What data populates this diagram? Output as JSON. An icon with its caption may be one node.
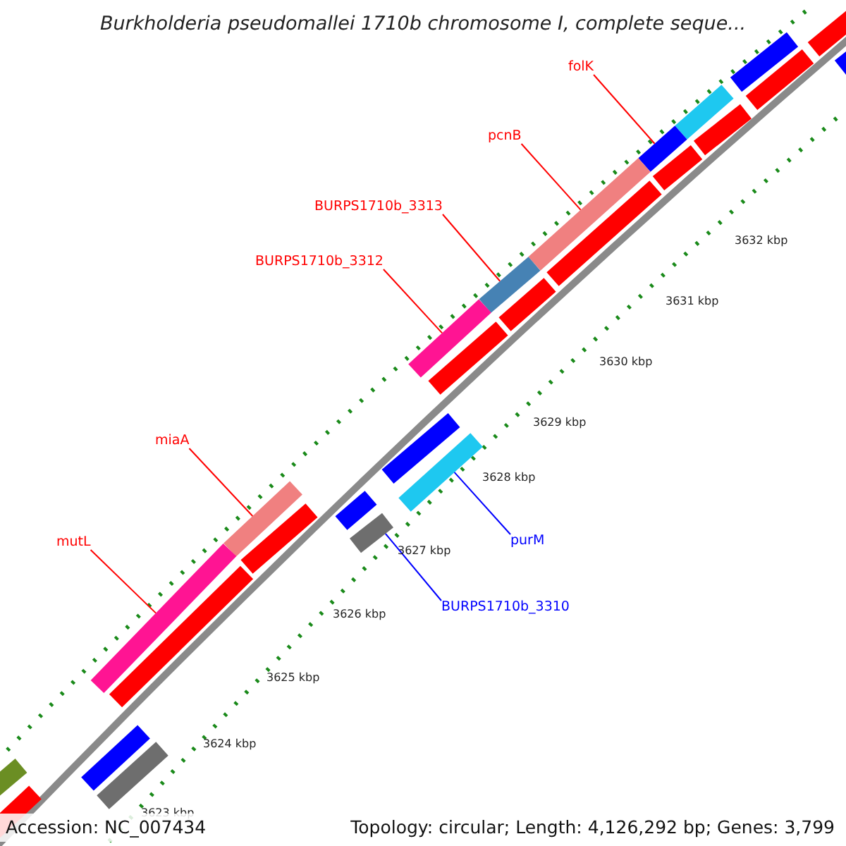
{
  "diagram": {
    "title": "Burkholderia pseudomallei 1710b chromosome I, complete seque...",
    "nodes": [
      {
        "text": [
          "folK"
        ]
      },
      {
        "text": [],
        "shape": "bar"
      },
      {
        "text": [
          "pcnB"
        ]
      },
      {
        "text": [],
        "shape": "bar"
      },
      {
        "text": [
          "BURPS1710b_3313"
        ]
      },
      {
        "text": [],
        "shape": "bar"
      },
      {
        "text": [
          "BURPS1710b_3312"
        ]
      },
      {
        "text": [],
        "shape": "bar"
      },
      {
        "text": [
          "miaA"
        ]
      },
      {
        "text": [],
        "shape": "bar"
      },
      {
        "text": [
          "purM"
        ]
      },
      {
        "text": [],
        "shape": "bar"
      },
      {
        "text": [
          "mutL"
        ]
      },
      {
        "text": [],
        "shape": "bar"
      },
      {
        "text": [
          "BURPS1710b_3310"
        ]
      },
      {
        "text": [],
        "shape": "bar"
      }
    ],
    "edges": [
      {
        "from": 0,
        "to": 1,
        "arrow": "none"
      },
      {
        "from": 2,
        "to": 3,
        "arrow": "none"
      },
      {
        "from": 4,
        "to": 5,
        "arrow": "none"
      },
      {
        "from": 6,
        "to": 7,
        "arrow": "none"
      },
      {
        "from": 8,
        "to": 9,
        "arrow": "none"
      },
      {
        "from": 10,
        "to": 11,
        "arrow": "none",
        "color": "#0000ff"
      },
      {
        "from": 12,
        "to": 13,
        "arrow": "none"
      },
      {
        "from": 14,
        "to": 15,
        "arrow": "none",
        "color": "#0000ff"
      }
    ],
    "labels": [
      "3632 kbp",
      "3631 kbp",
      "3630 kbp",
      "3629 kbp",
      "3628 kbp",
      "3627 kbp",
      "3626 kbp",
      "3625 kbp",
      "3624 kbp",
      "3623 kbp",
      "Accession: NC_007434",
      "Topology: circular; Length: 4,126,292 bp; Genes: 3,799"
    ]
  }
}
